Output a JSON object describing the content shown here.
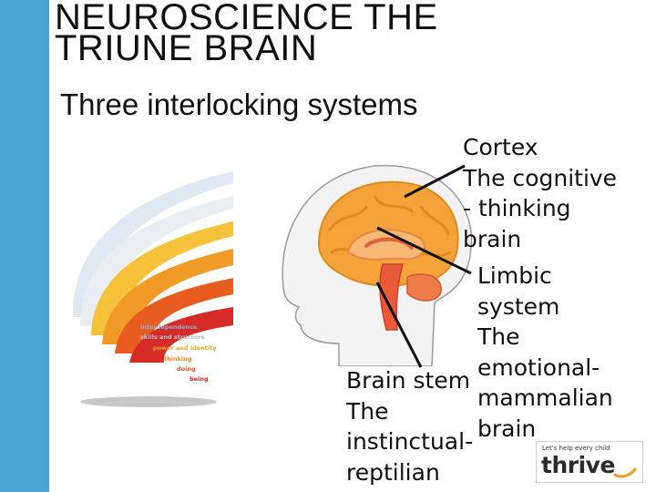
{
  "slide": {
    "title": "NEUROSCIENCE THE TRIUNE BRAIN",
    "subtitle": "Three interlocking systems"
  },
  "pyramid": {
    "labels": [
      "Interdependence",
      "skills and structure",
      "power and identity",
      "thinking",
      "doing",
      "being"
    ],
    "colors": [
      "#c8dceb",
      "#d7e5f1",
      "#f6c23a",
      "#f29a26",
      "#e85c1f",
      "#d62c28"
    ]
  },
  "brain_labels": {
    "cortex": "Cortex\nThe cognitive\n- thinking\nbrain",
    "limbic": "Limbic\nsystem\nThe\nemotional-\nmammalian\nbrain",
    "stem": "Brain stem\nThe\ninstinctual-\nreptilian"
  },
  "logo": {
    "tagline": "Let's help every child",
    "name": "thrive",
    "accent_color": "#f29a26"
  },
  "colors": {
    "sidebar": "#4aa3d4"
  }
}
